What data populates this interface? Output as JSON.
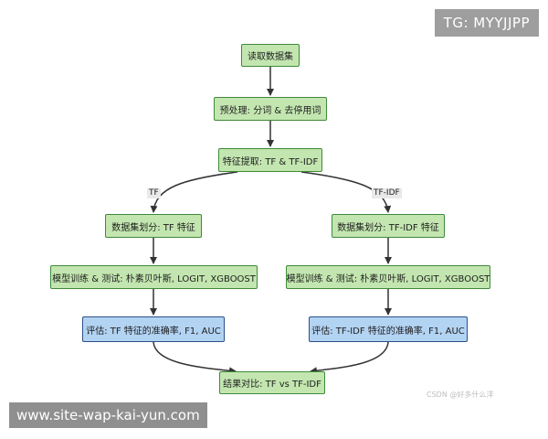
{
  "badge": "TG: MYYJJPP",
  "site_banner": "www.site-wap-kai-yun.com",
  "watermark": "CSDN @好多什么洋",
  "nodes": {
    "read_data": "读取数据集",
    "preprocess": "预处理: 分词 & 去停用词",
    "feature": "特征提取: TF & TF-IDF",
    "split_tf": "数据集划分: TF 特征",
    "split_tfidf": "数据集划分: TF-IDF 特征",
    "train_tf": "模型训练 & 测试: 朴素贝叶斯, LOGIT, XGBOOST",
    "train_tfidf": "模型训练 & 测试: 朴素贝叶斯, LOGIT, XGBOOST",
    "eval_tf": "评估: TF 特征的准确率, F1, AUC",
    "eval_tfidf": "评估: TF-IDF 特征的准确率, F1, AUC",
    "compare": "结果对比: TF vs TF-IDF"
  },
  "edge_labels": {
    "tf": "TF",
    "tfidf": "TF-IDF"
  },
  "colors": {
    "process_fill": "#c3e6b0",
    "process_border": "#3f8a3a",
    "eval_fill": "#b3d3f3",
    "eval_border": "#2c4f8a",
    "arrow": "#333333"
  }
}
